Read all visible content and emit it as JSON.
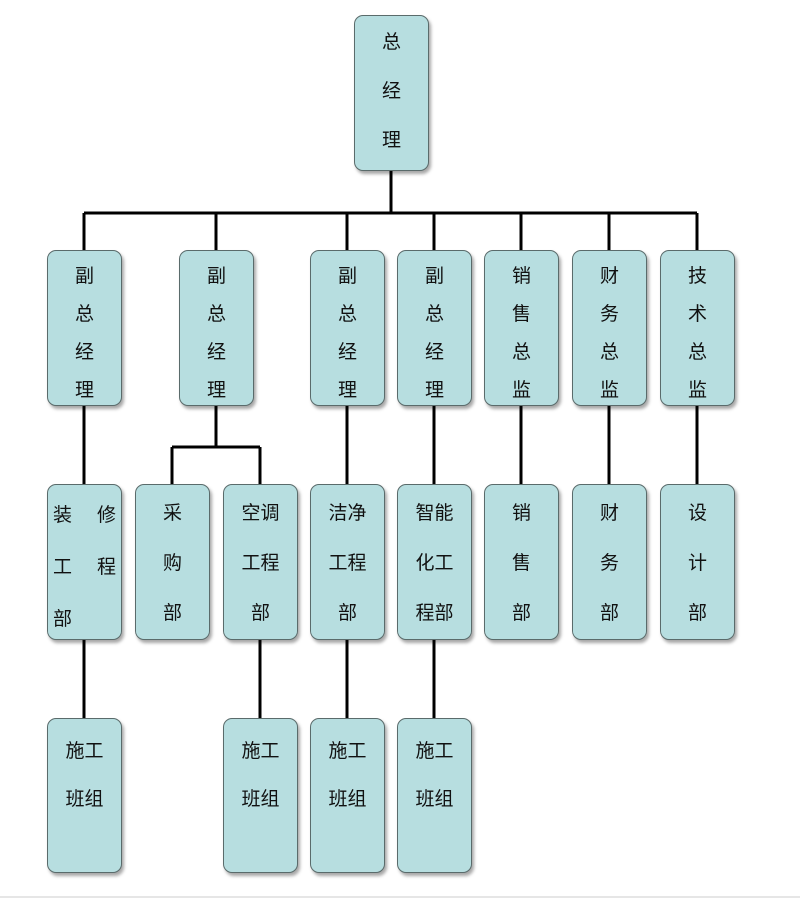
{
  "org": {
    "root": "总\n经\n理",
    "level1": [
      "副\n总\n经\n理",
      "副\n总\n经\n理",
      "副\n总\n经\n理",
      "副\n总\n经\n理",
      "销\n售\n总\n监",
      "财\n务\n总\n监",
      "技\n术\n总\n监"
    ],
    "level2": {
      "zhuangxiu_row1_a": "装",
      "zhuangxiu_row1_b": "修",
      "zhuangxiu_row2_a": "工",
      "zhuangxiu_row2_b": "程",
      "zhuangxiu_row3": "部",
      "caigou": "采\n购\n部",
      "kongtiao": "空调\n工程\n部",
      "jiejing": "洁净\n工程\n部",
      "zhineng": "智能\n化工\n程部",
      "xiaoshou": "销\n售\n部",
      "caiwu": "财\n务\n部",
      "sheji": "设\n计\n部"
    },
    "level3": [
      "施工\n班组",
      "施工\n班组",
      "施工\n班组",
      "施工\n班组"
    ]
  },
  "colors": {
    "box_fill": "#b7dee0",
    "box_border": "#5a6b6b",
    "connector": "#000000"
  }
}
